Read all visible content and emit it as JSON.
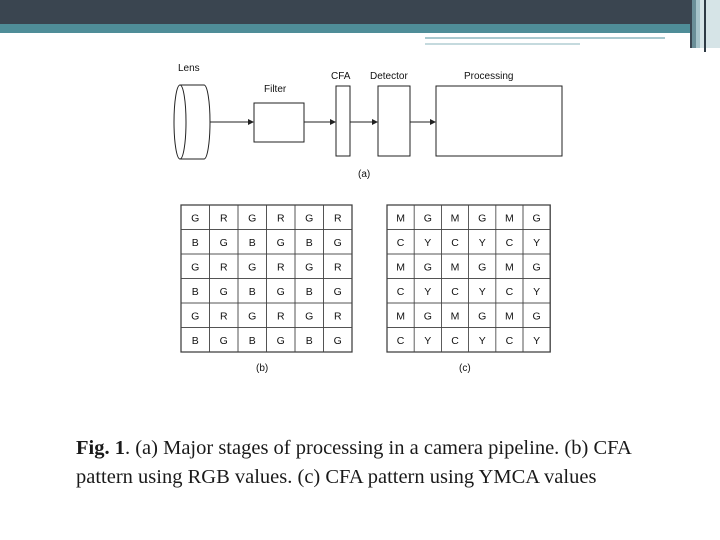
{
  "pipeline": {
    "lens_label": "Lens",
    "filter_label": "Filter",
    "cfa_label": "CFA",
    "detector_label": "Detector",
    "processing_label": "Processing",
    "panel_label": "(a)"
  },
  "rgb_grid": {
    "rows": [
      [
        "G",
        "R",
        "G",
        "R",
        "G",
        "R"
      ],
      [
        "B",
        "G",
        "B",
        "G",
        "B",
        "G"
      ],
      [
        "G",
        "R",
        "G",
        "R",
        "G",
        "R"
      ],
      [
        "B",
        "G",
        "B",
        "G",
        "B",
        "G"
      ],
      [
        "G",
        "R",
        "G",
        "R",
        "G",
        "R"
      ],
      [
        "B",
        "G",
        "B",
        "G",
        "B",
        "G"
      ]
    ],
    "panel_label": "(b)"
  },
  "ymca_grid": {
    "rows": [
      [
        "M",
        "G",
        "M",
        "G",
        "M",
        "G"
      ],
      [
        "C",
        "Y",
        "C",
        "Y",
        "C",
        "Y"
      ],
      [
        "M",
        "G",
        "M",
        "G",
        "M",
        "G"
      ],
      [
        "C",
        "Y",
        "C",
        "Y",
        "C",
        "Y"
      ],
      [
        "M",
        "G",
        "M",
        "G",
        "M",
        "G"
      ],
      [
        "C",
        "Y",
        "C",
        "Y",
        "C",
        "Y"
      ]
    ],
    "panel_label": "(c)"
  },
  "caption": {
    "fig_label": "Fig. 1",
    "text": ". (a) Major stages of processing in a camera pipeline. (b) CFA pattern using RGB values. (c) CFA pattern using YMCA values"
  },
  "colors": {
    "header_dark": "#3a4550",
    "header_teal": "#4f8d98"
  }
}
